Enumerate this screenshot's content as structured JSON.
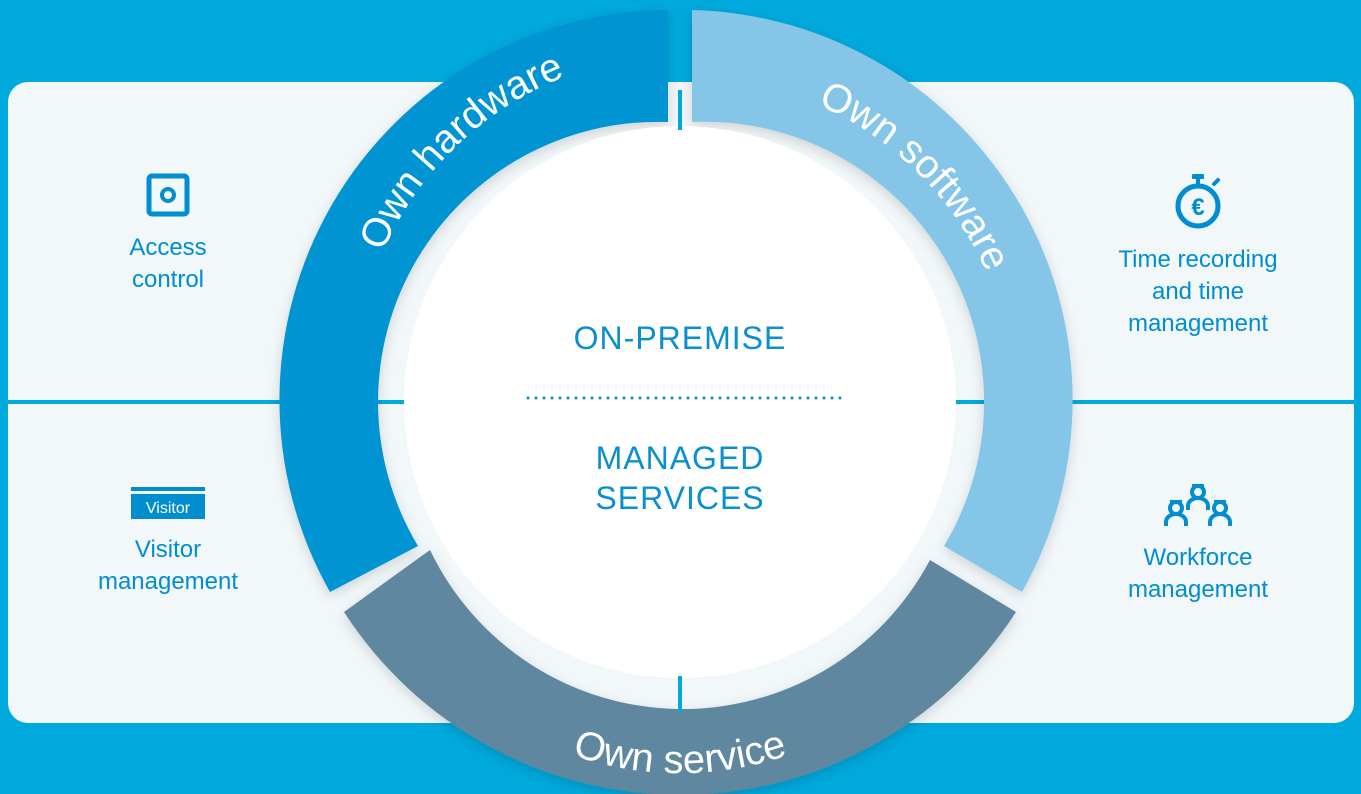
{
  "colors": {
    "background": "#00a9dc",
    "panel": "#f2f7fa",
    "hardware": "#0095d2",
    "software": "#85c6e8",
    "service": "#5e87a0",
    "text": "#008ed0"
  },
  "center": {
    "top": "ON-PREMISE",
    "bottom": "MANAGED\nSERVICES"
  },
  "ring": {
    "hardware": "Own hardware",
    "software": "Own software",
    "service": "Own service"
  },
  "features": {
    "access": {
      "label": "Access\ncontrol",
      "icon": "access-reader-icon"
    },
    "time": {
      "label": "Time recording\nand time\nmanagement",
      "icon": "stopwatch-euro-icon"
    },
    "visitor": {
      "label": "Visitor\nmanagement",
      "icon": "visitor-badge-icon",
      "badge": "Visitor"
    },
    "workforce": {
      "label": "Workforce\nmanagement",
      "icon": "workforce-group-icon"
    }
  }
}
